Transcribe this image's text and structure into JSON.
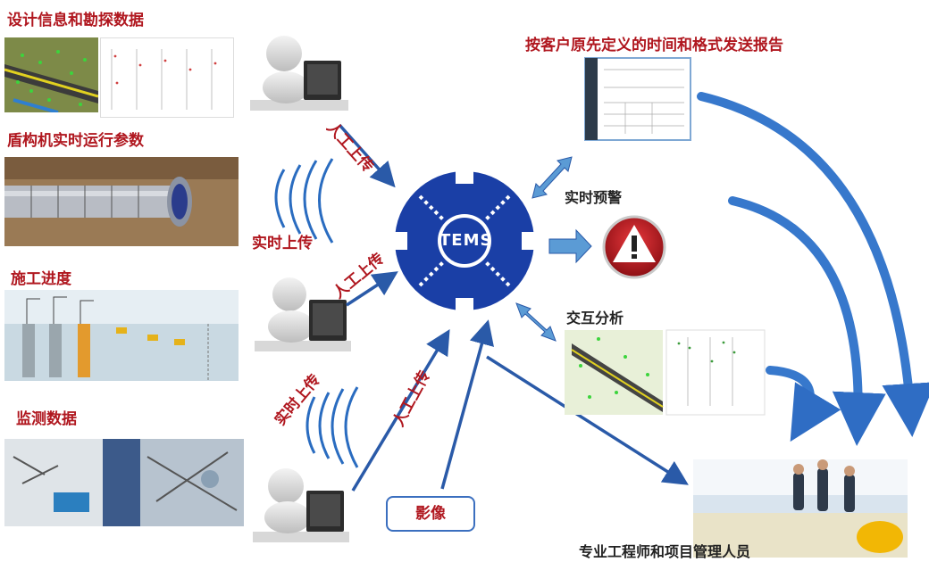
{
  "left_sections": [
    {
      "title": "设计信息和勘探数据"
    },
    {
      "title": "盾构机实时运行参数"
    },
    {
      "title": "施工进度"
    },
    {
      "title": "监测数据"
    }
  ],
  "center": {
    "logo_text": "TEMS"
  },
  "labels": {
    "upload_manual_1": "人工上传",
    "upload_realtime_1": "实时上传",
    "upload_manual_2": "人工上传",
    "upload_realtime_2": "实时上传",
    "upload_manual_3": "人工上传",
    "video": "影像",
    "warning": "实时预警",
    "interactive": "交互分析",
    "report": "按客户原先定义的时间和格式发送报告",
    "staff": "专业工程师和项目管理人员"
  },
  "colors": {
    "accent_red": "#b0171f",
    "brand_blue": "#1a3fa6",
    "arrow_blue": "#2a5aa8"
  }
}
